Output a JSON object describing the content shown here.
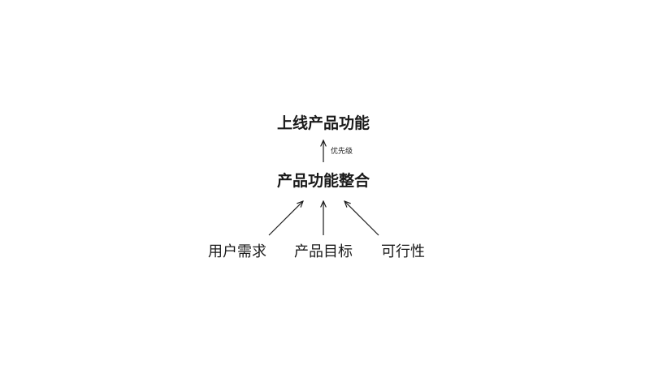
{
  "diagram": {
    "top_node": "上线产品功能",
    "middle_node": "产品功能整合",
    "edge_label": "优先级",
    "inputs": [
      {
        "label": "用户需求"
      },
      {
        "label": "产品目标"
      },
      {
        "label": "可行性"
      }
    ]
  },
  "colors": {
    "text": "#1a1a1a",
    "arrow": "#1a1a1a",
    "background": "#ffffff"
  }
}
